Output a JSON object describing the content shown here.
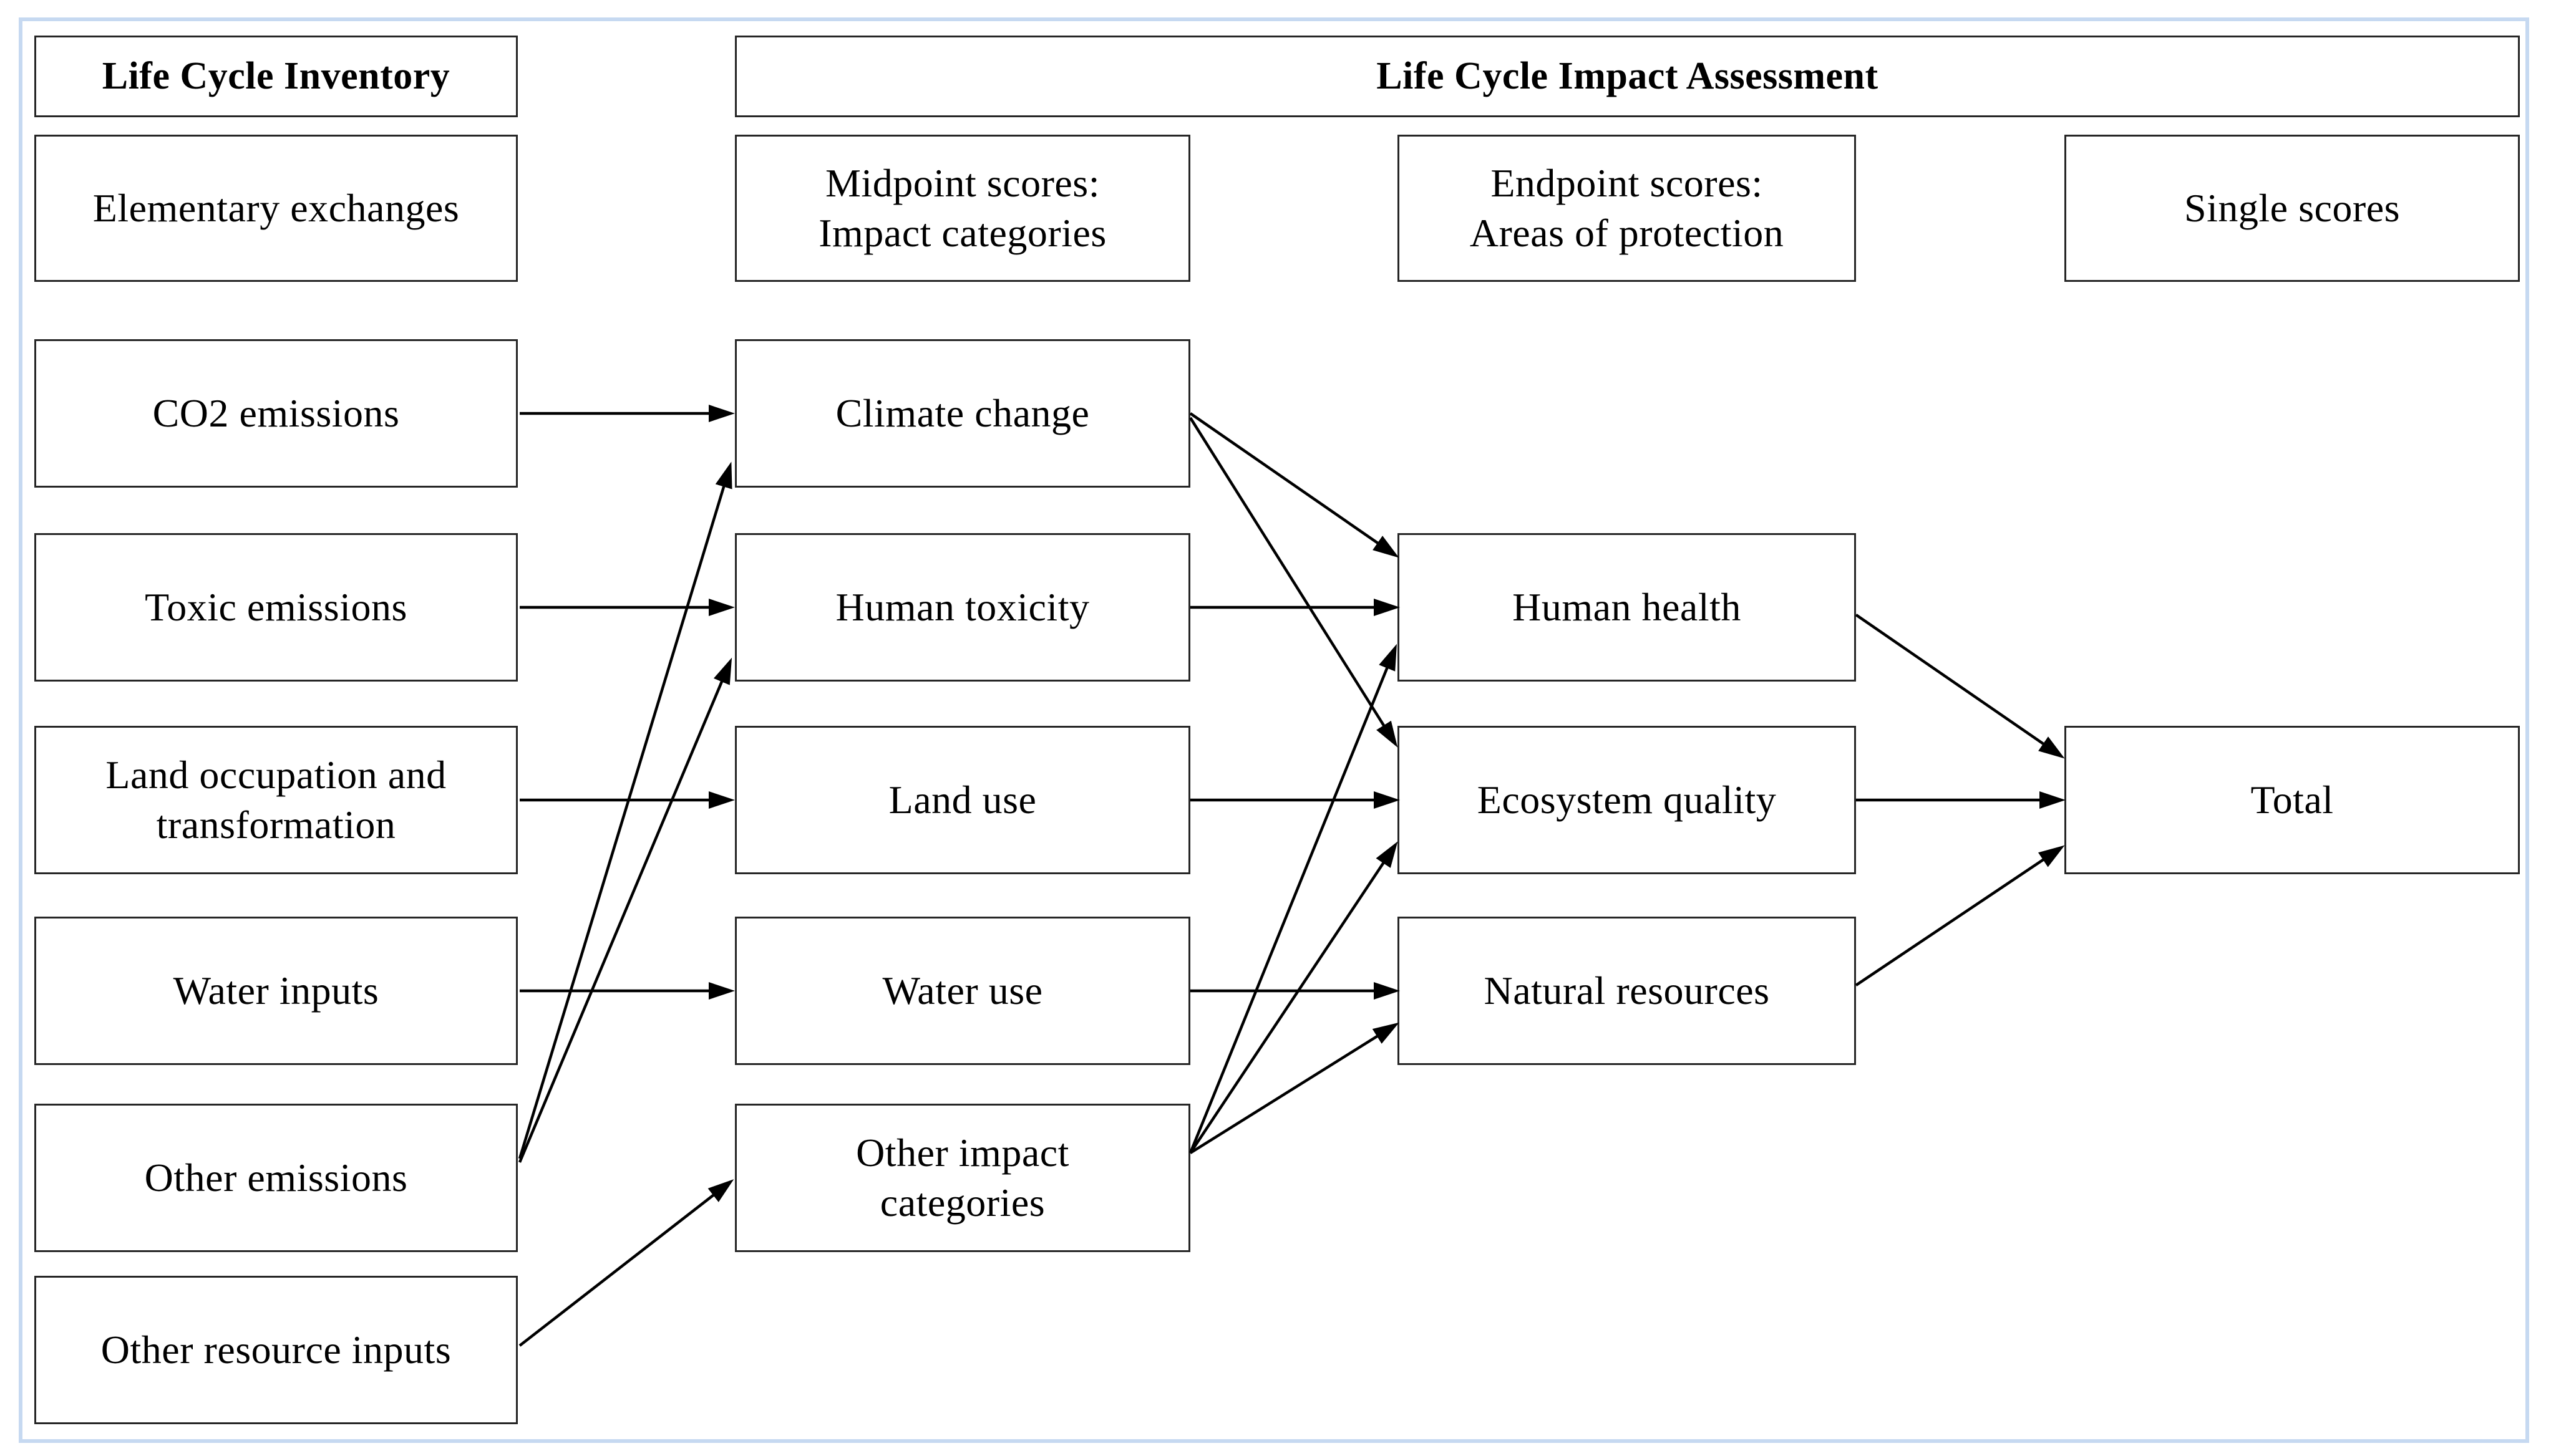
{
  "diagram": {
    "title_headers": {
      "lci": "Life Cycle Inventory",
      "lcia": "Life Cycle Impact Assessment"
    },
    "column_headers": {
      "elementary_exchanges": "Elementary exchanges",
      "midpoint_scores": "Midpoint scores:\nImpact categories",
      "endpoint_scores": "Endpoint scores:\nAreas of protection",
      "single_scores": "Single scores"
    },
    "inventory_boxes": {
      "co2_emissions": "CO2 emissions",
      "toxic_emissions": "Toxic emissions",
      "land_occupation": "Land occupation and\ntransformation",
      "water_inputs": "Water inputs",
      "other_emissions": "Other emissions",
      "other_resource_inputs": "Other resource inputs"
    },
    "midpoint_boxes": {
      "climate_change": "Climate change",
      "human_toxicity": "Human toxicity",
      "land_use": "Land use",
      "water_use": "Water use",
      "other_impact_categories": "Other impact\ncategories"
    },
    "endpoint_boxes": {
      "human_health": "Human health",
      "ecosystem_quality": "Ecosystem quality",
      "natural_resources": "Natural resources"
    },
    "single_score_boxes": {
      "total": "Total"
    },
    "edges": [
      {
        "from": "co2_emissions",
        "to": "climate_change"
      },
      {
        "from": "toxic_emissions",
        "to": "human_toxicity"
      },
      {
        "from": "land_occupation",
        "to": "land_use"
      },
      {
        "from": "water_inputs",
        "to": "water_use"
      },
      {
        "from": "other_emissions",
        "to": "climate_change"
      },
      {
        "from": "other_emissions",
        "to": "human_toxicity"
      },
      {
        "from": "other_resource_inputs",
        "to": "other_impact_categories"
      },
      {
        "from": "climate_change",
        "to": "human_health"
      },
      {
        "from": "climate_change",
        "to": "ecosystem_quality"
      },
      {
        "from": "human_toxicity",
        "to": "human_health"
      },
      {
        "from": "land_use",
        "to": "ecosystem_quality"
      },
      {
        "from": "water_use",
        "to": "natural_resources"
      },
      {
        "from": "other_impact_categories",
        "to": "human_health"
      },
      {
        "from": "other_impact_categories",
        "to": "ecosystem_quality"
      },
      {
        "from": "other_impact_categories",
        "to": "natural_resources"
      },
      {
        "from": "human_health",
        "to": "total"
      },
      {
        "from": "ecosystem_quality",
        "to": "total"
      },
      {
        "from": "natural_resources",
        "to": "total"
      }
    ],
    "colors": {
      "box_border": "#262626",
      "arrow": "#000000",
      "frame": "#c6d9f1",
      "background": "#ffffff",
      "text": "#000000"
    }
  }
}
